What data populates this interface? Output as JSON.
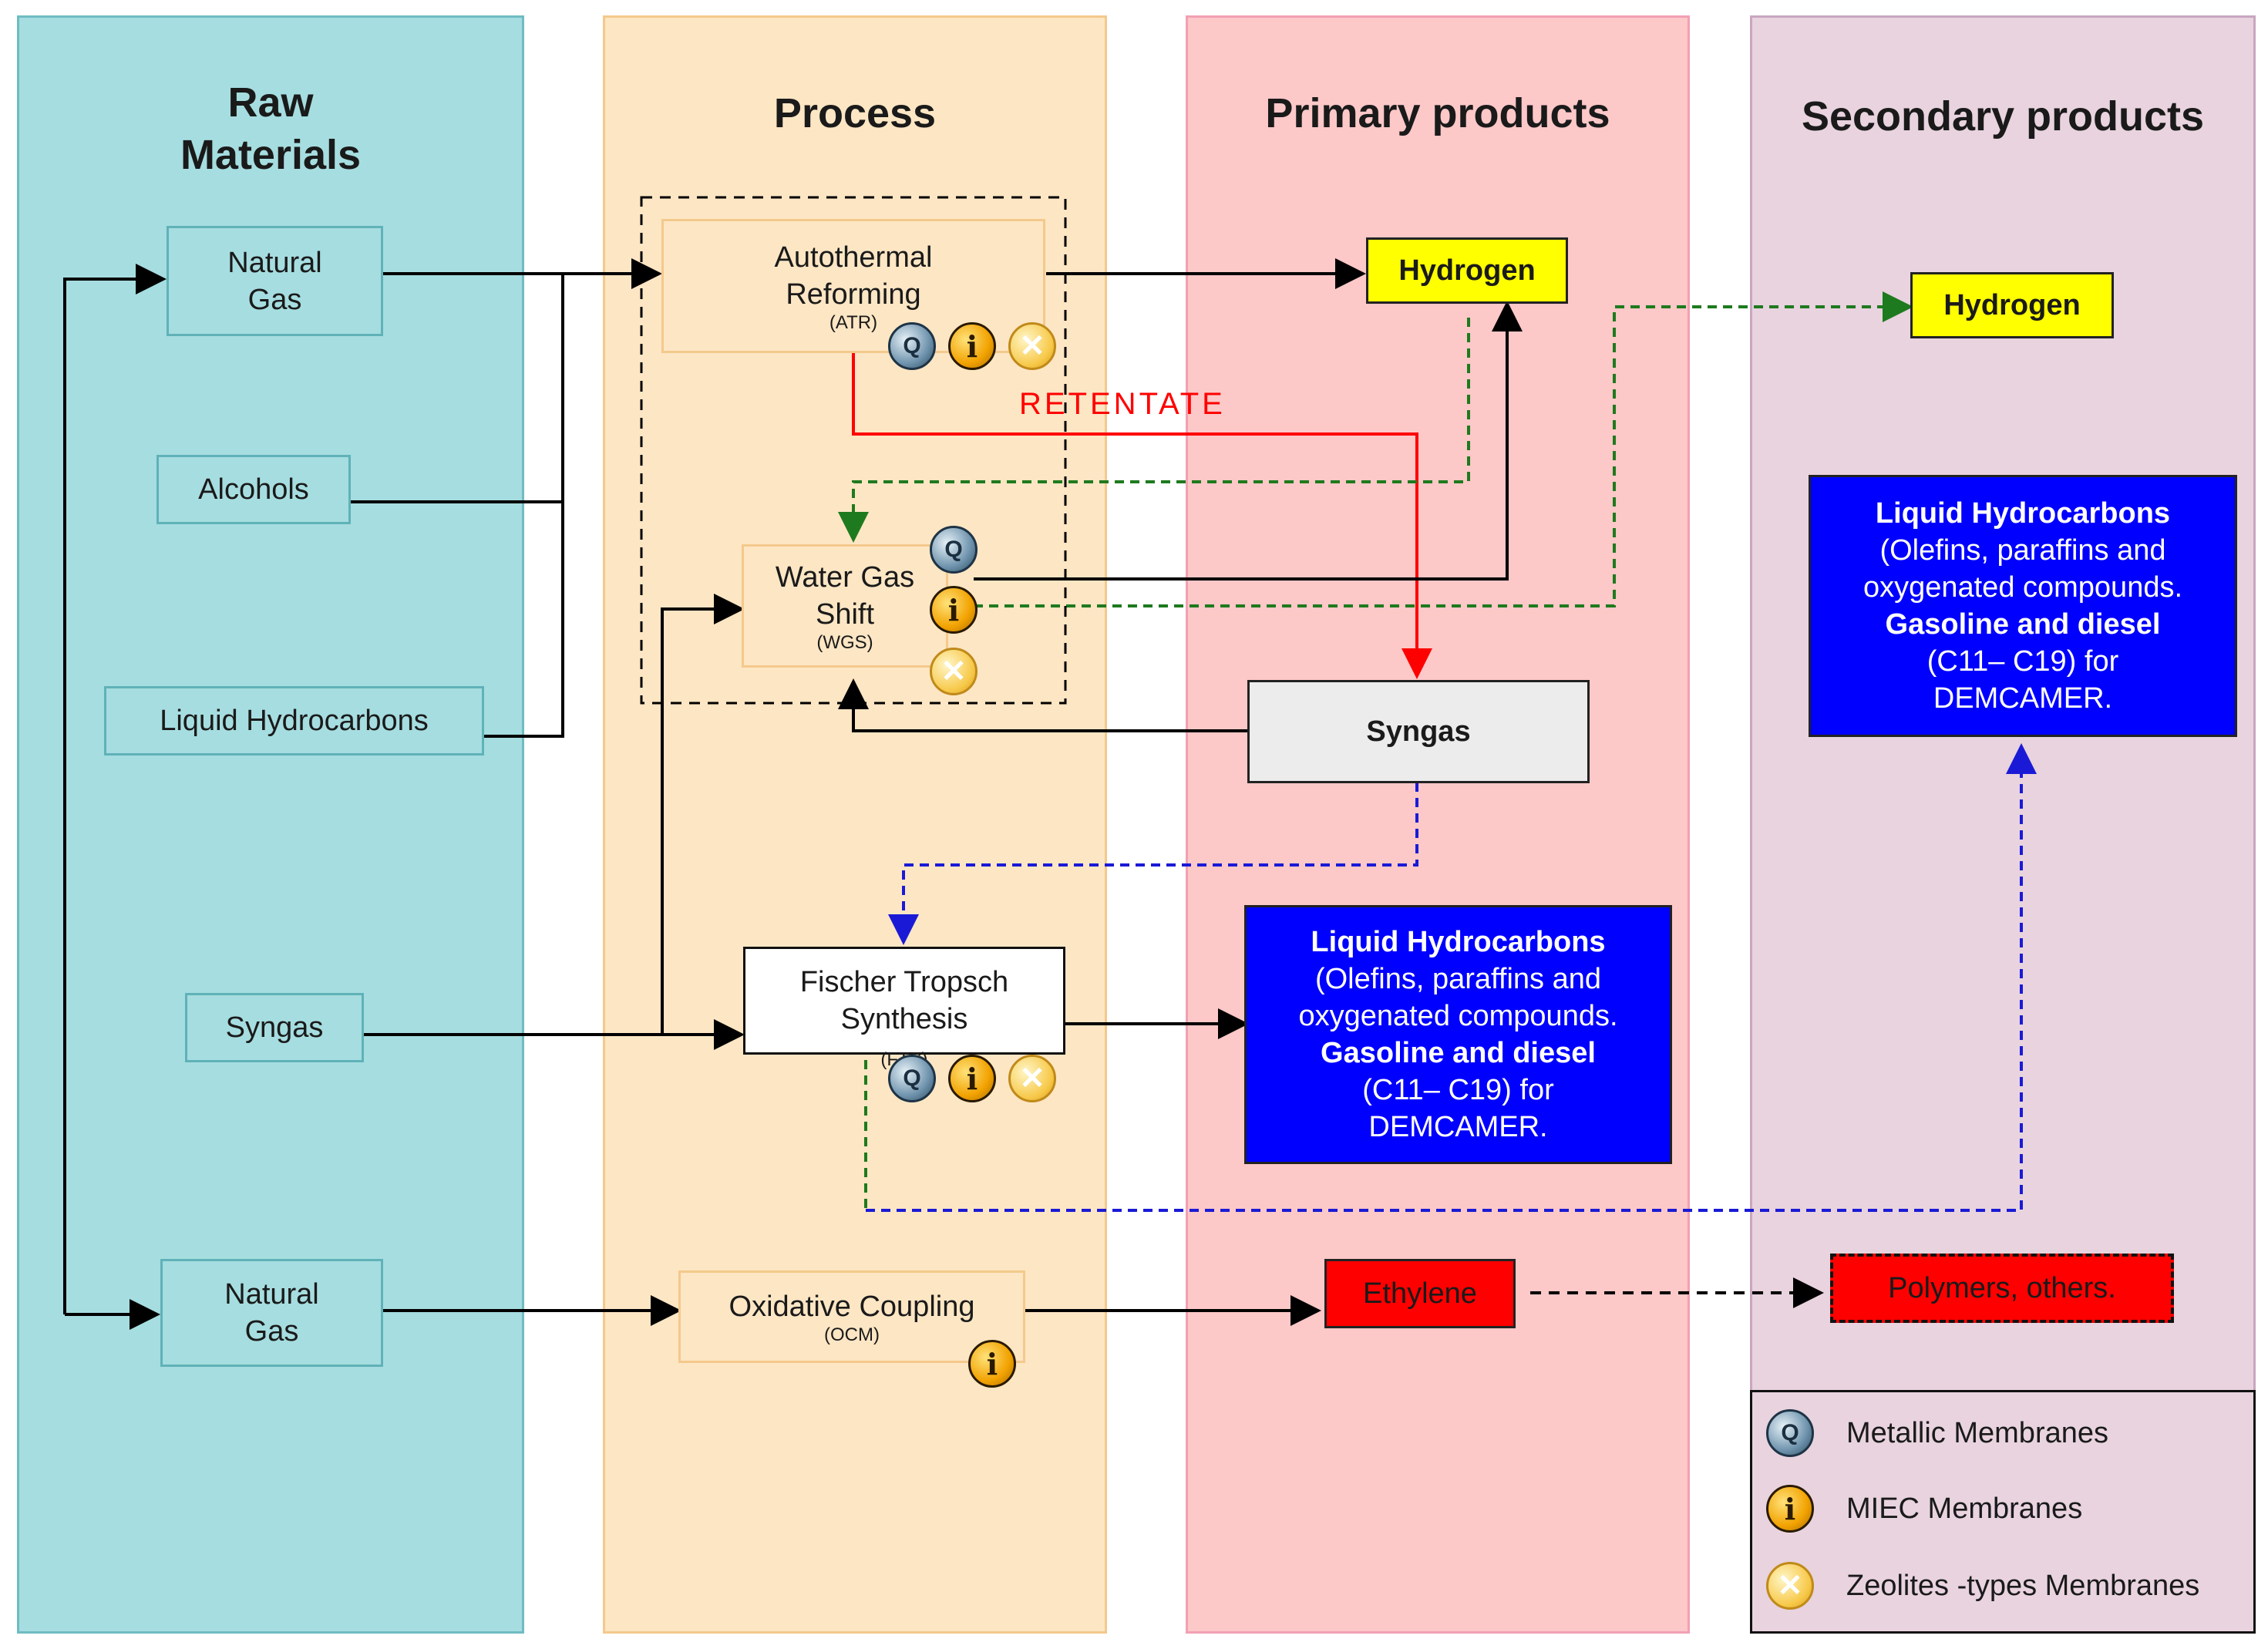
{
  "columns": {
    "raw": "Raw\nMaterials",
    "process": "Process",
    "primary": "Primary products",
    "secondary": "Secondary products"
  },
  "raw": {
    "natural_gas_1": "Natural\nGas",
    "alcohols": "Alcohols",
    "liquid_hydrocarbons": "Liquid Hydrocarbons",
    "syngas": "Syngas",
    "natural_gas_2": "Natural\nGas"
  },
  "process": {
    "atr_title": "Autothermal\nReforming",
    "atr_abbr": "(ATR)",
    "wgs_title": "Water Gas\nShift",
    "wgs_abbr": "(WGS)",
    "fts_title": "Fischer Tropsch\nSynthesis",
    "fts_abbr": "(FTS)",
    "ocm_title": "Oxidative Coupling",
    "ocm_abbr": "(OCM)"
  },
  "retentate": "RETENTATE",
  "primary": {
    "hydrogen": "Hydrogen",
    "syngas": "Syngas",
    "lh_title": "Liquid Hydrocarbons",
    "lh_body": "(Olefins, paraffins and\noxygenated compounds.",
    "lh_gas": "Gasoline and diesel",
    "lh_range": "(C11– C19)  for\nDEMCAMER.",
    "ethylene": "Ethylene"
  },
  "secondary": {
    "hydrogen": "Hydrogen",
    "lh_title": "Liquid Hydrocarbons",
    "lh_body": "(Olefins, paraffins and\noxygenated compounds.",
    "lh_gas": "Gasoline and diesel",
    "lh_range": "(C11– C19)  for\nDEMCAMER.",
    "polymers": "Polymers, others."
  },
  "legend": {
    "metallic": "Metallic Membranes",
    "miec": "MIEC Membranes",
    "zeolites": "Zeolites -types Membranes"
  },
  "colors": {
    "raw_col": "#a6dde0",
    "process_col": "#fde6c4",
    "primary_col": "#fdc8c8",
    "secondary_col": "#e8d3de",
    "hydrogen": "#ffff00",
    "hydrocarbons": "#0000ff",
    "ethylene": "#ff0000",
    "retentate_line": "#ff0000",
    "hydrogen_line": "#1e7a1e",
    "syngas_line": "#1a1ad6"
  },
  "icons": {
    "metallic": "metallic-membrane-icon",
    "miec": "miec-membrane-icon",
    "zeolite": "zeolite-membrane-icon"
  }
}
